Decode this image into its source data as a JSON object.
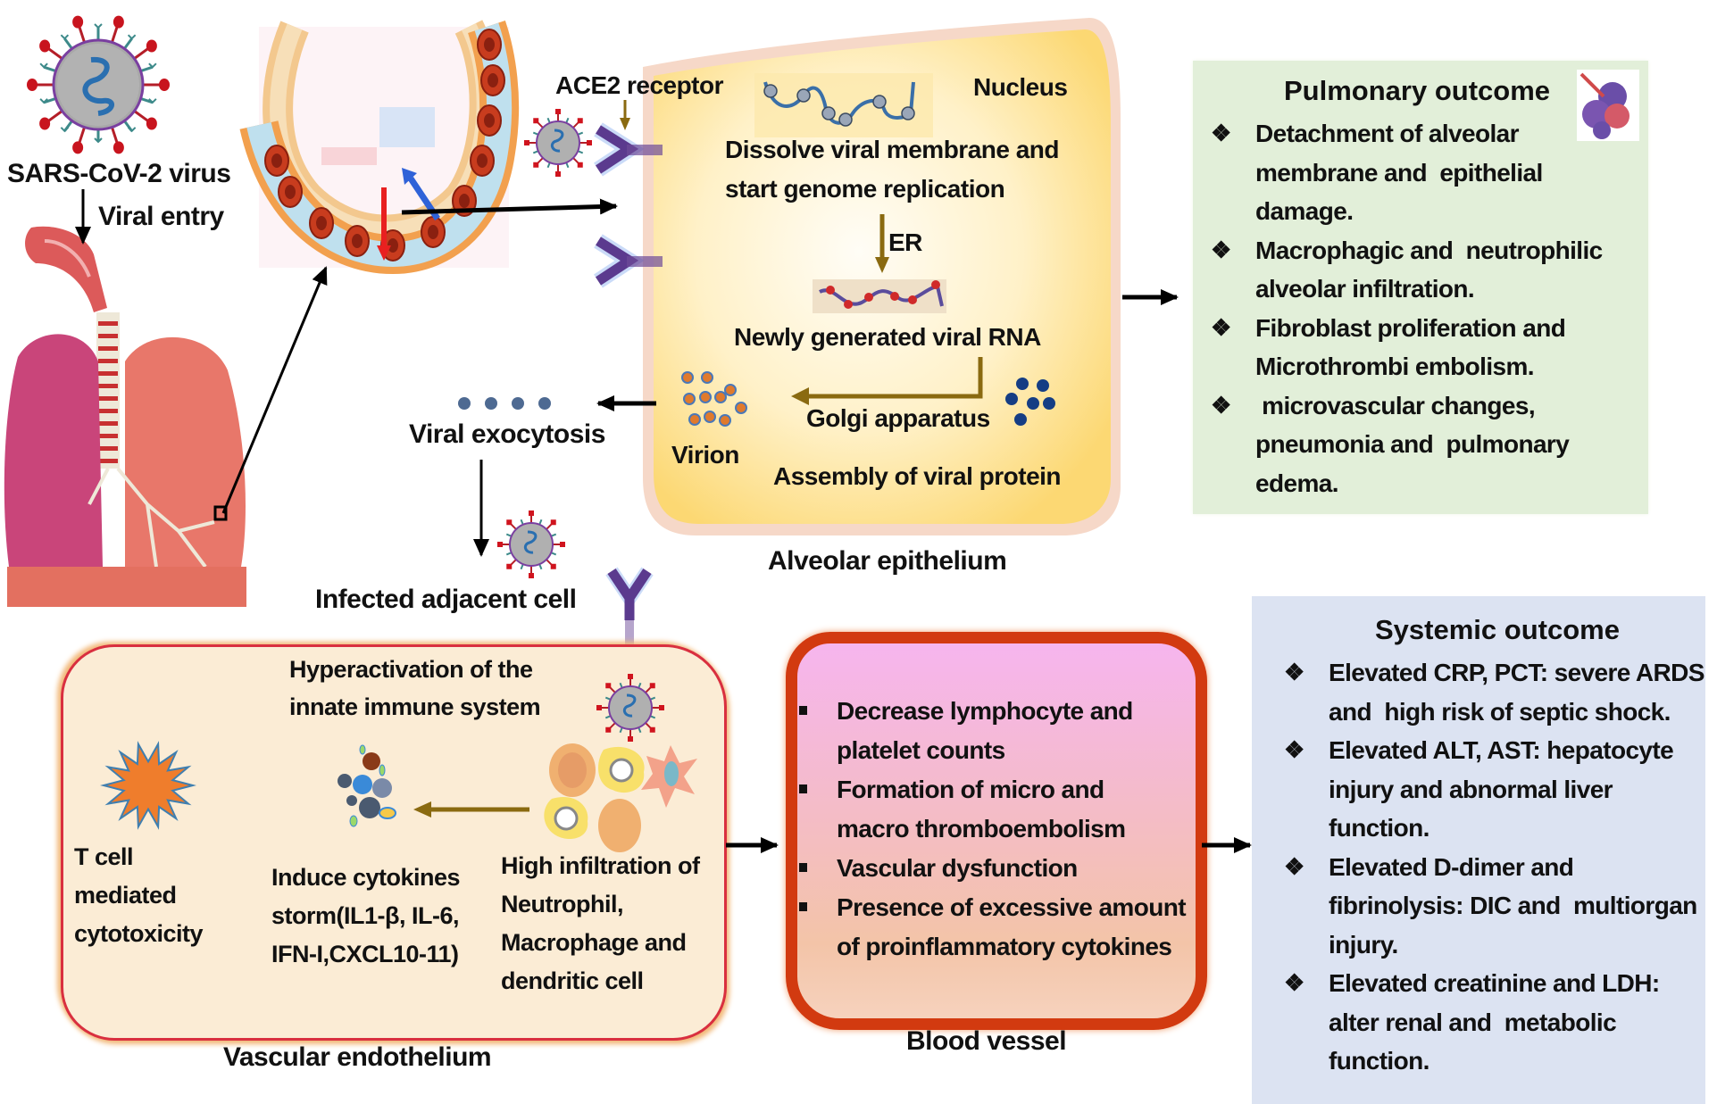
{
  "diagram": {
    "title": "SARS-CoV-2 pathogenesis: pulmonary and systemic outcomes",
    "colors": {
      "pulmonary_box": "#e2efd9",
      "systemic_box": "#dce3f2",
      "vascular_box": "#fbecd5",
      "vascular_border": "#d92f3f",
      "blood_vessel_border": "#d23a10",
      "alveolar_cell": "#fde7a6",
      "olive_arrow": "#8a6a10",
      "receptor": "#5b3a8e"
    },
    "labels": {
      "virus": "SARS-CoV-2 virus",
      "viral_entry": "Viral entry",
      "ace2_receptor": "ACE2 receptor",
      "nucleus": "Nucleus",
      "dissolve_line1": "Dissolve viral membrane  and",
      "dissolve_line2": "start genome replication",
      "er": "ER",
      "newly_generated": "Newly generated viral RNA",
      "golgi": "Golgi apparatus",
      "virion": "Virion",
      "assembly": "Assembly of viral protein",
      "alveolar_epithelium": "Alveolar epithelium",
      "viral_exocytosis": "Viral exocytosis",
      "infected_adjacent_cell": "Infected adjacent cell",
      "hyperactivation_line1": "Hyperactivation of the",
      "hyperactivation_line2": "innate immune system",
      "tcell_line1": "T cell",
      "tcell_line2": "mediated",
      "tcell_line3": "cytotoxicity",
      "cytokines_line1": "Induce cytokines",
      "cytokines_line2": "storm(IL1-β,  IL-6,",
      "cytokines_line3": "IFN-I,CXCL10-11)",
      "infiltration_line1": "High infiltration of",
      "infiltration_line2": "Neutrophil,",
      "infiltration_line3": "Macrophage and",
      "infiltration_line4": "dendritic cell",
      "vascular_endothelium": "Vascular endothelium",
      "blood_vessel": "Blood vessel"
    },
    "pulmonary": {
      "title": "Pulmonary outcome",
      "bullet_glyph": "❖",
      "items": [
        {
          "lines": [
            "Detachment of alveolar",
            "membrane and  epithelial",
            "damage."
          ]
        },
        {
          "lines": [
            "Macrophagic and  neutrophilic",
            "alveolar infiltration."
          ]
        },
        {
          "lines": [
            "Fibroblast proliferation and",
            "Microthrombi embolism."
          ]
        },
        {
          "lines": [
            " microvascular changes,",
            "pneumonia and  pulmonary",
            "edema."
          ]
        }
      ]
    },
    "blood_vessel_items": [
      {
        "lines": [
          "Decrease lymphocyte and",
          "platelet counts"
        ]
      },
      {
        "lines": [
          "Formation of micro and",
          "macro thromboembolism"
        ]
      },
      {
        "lines": [
          "Vascular dysfunction"
        ]
      },
      {
        "lines": [
          "Presence of excessive amount",
          "of proinflammatory cytokines"
        ]
      }
    ],
    "systemic": {
      "title": "Systemic outcome",
      "bullet_glyph": "❖",
      "items": [
        {
          "lines": [
            "Elevated CRP, PCT: severe ARDS",
            "and  high risk of septic shock."
          ]
        },
        {
          "lines": [
            "Elevated ALT, AST: hepatocyte",
            "injury and abnormal liver",
            "function."
          ]
        },
        {
          "lines": [
            "Elevated D-dimer and",
            "fibrinolysis: DIC and  multiorgan",
            "injury."
          ]
        },
        {
          "lines": [
            "Elevated creatinine and LDH:",
            "alter renal and  metabolic",
            "function."
          ]
        }
      ]
    }
  }
}
